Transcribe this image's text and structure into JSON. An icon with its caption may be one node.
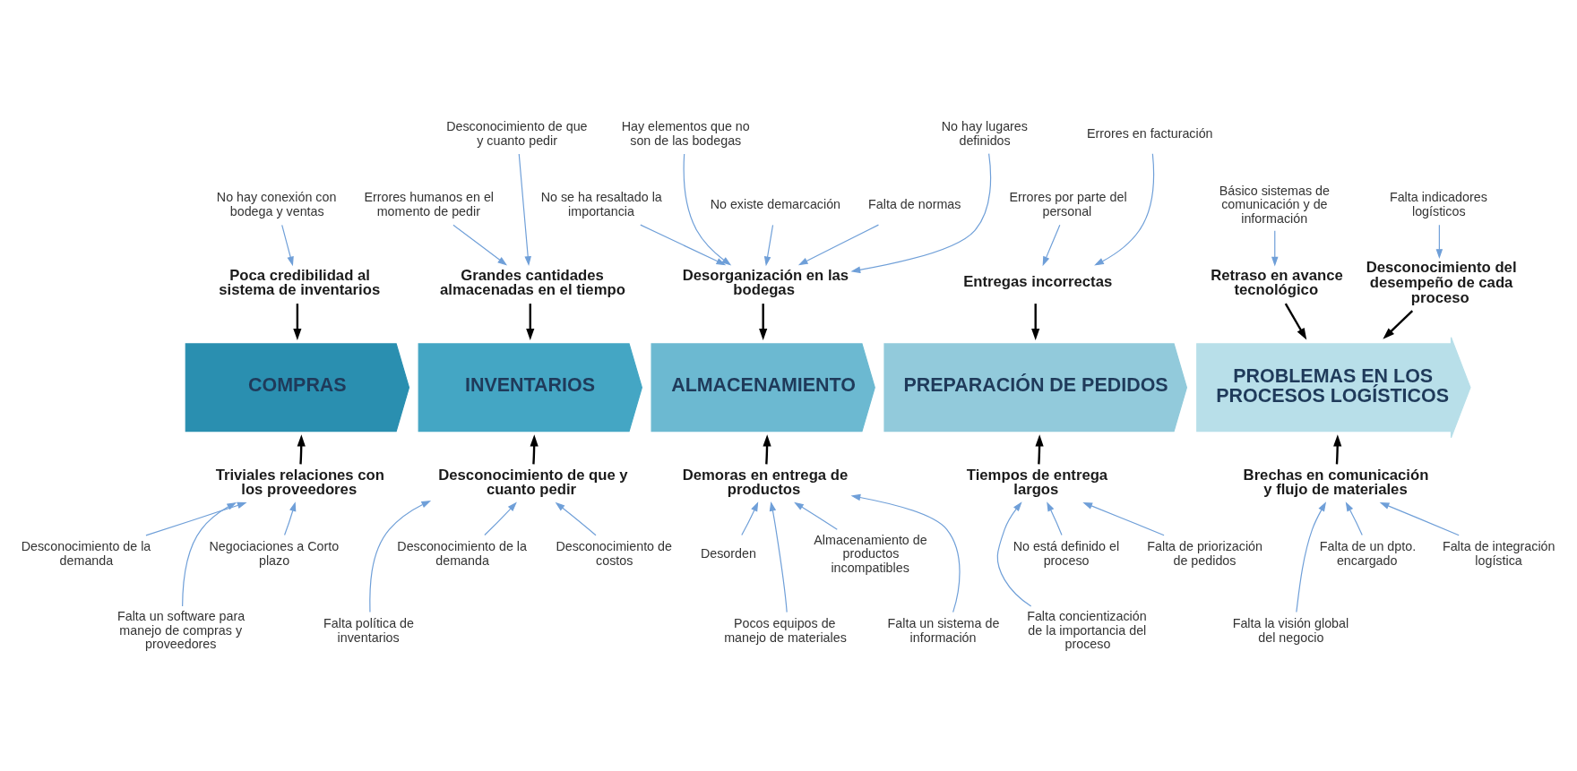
{
  "diagram": {
    "nodes": [
      {
        "text": [
          "Poca credibilidad al sistema de inventarios"
        ]
      },
      {
        "text": [
          "Grandes cantidades almacenadas en el tiempo"
        ]
      },
      {
        "text": [
          "Desorganización en las bodegas"
        ]
      },
      {
        "text": [
          "Entregas incorrectas"
        ]
      },
      {
        "text": [
          "Retraso en avance tecnológico"
        ]
      },
      {
        "text": [
          "No hay conexión con bodega y ventas"
        ]
      },
      {
        "text": [
          "Errores humanos en el momento de pedir"
        ]
      },
      {
        "text": [
          "Falta de normas"
        ]
      },
      {
        "text": [
          "Errores por parte del personal"
        ]
      },
      {
        "text": [
          "Básico sistemas de comunicación y de información"
        ]
      },
      {
        "text": [
          "No hay lugares definidos"
        ]
      },
      {
        "text": [
          "No se ha resaltado la importancia"
        ]
      },
      {
        "text": [
          "Errores en facturación"
        ]
      },
      {
        "text": [
          "Desconocimiento del desempeño de cada proceso"
        ]
      },
      {
        "text": [
          "Desconocimiento de que y cuanto pedir"
        ]
      },
      {
        "text": [
          "Hay elementos que no son de las bodegas"
        ]
      },
      {
        "text": [
          "No existe demarcación"
        ]
      },
      {
        "text": [
          "Falta indicadores logísticos"
        ]
      },
      {
        "text": [
          "COMPRAS"
        ]
      },
      {
        "text": [
          "INVENTARIOS"
        ]
      },
      {
        "text": [
          "ALMACENAMIENTO"
        ]
      },
      {
        "text": [
          "PREPARACIÓN DE PEDIDOS"
        ]
      },
      {
        "text": [
          "PROBLEMAS EN LOS PROCESOS LOGÍSTICOS"
        ]
      },
      {
        "text": [
          "Desconocimiento de la demanda"
        ]
      },
      {
        "text": [
          "Falta un software para manejo de compras y proveedores"
        ]
      },
      {
        "text": [
          "Desconocimiento de costos"
        ]
      },
      {
        "text": [
          "Desorden"
        ]
      },
      {
        "text": [
          "Pocos equipos de manejo de materiales"
        ]
      },
      {
        "text": [
          "Falta de priorización de pedidos"
        ]
      },
      {
        "text": [
          "Falta de integración logística"
        ]
      },
      {
        "text": [
          "Negociaciones a Corto plazo"
        ]
      },
      {
        "text": [
          "Falta concientización de la importancia del proceso"
        ]
      },
      {
        "text": [
          "Falta política de inventarios"
        ]
      },
      {
        "text": [
          "Desconocimiento de la demanda"
        ]
      },
      {
        "text": [
          "Almacenamiento de productos incompatibles"
        ]
      },
      {
        "text": [
          "Falta la visión global del negocio"
        ]
      },
      {
        "text": [
          "No está definido el proceso"
        ]
      },
      {
        "text": [
          "Falta de un dpto. encargado"
        ]
      },
      {
        "text": [
          "Falta un sistema de información"
        ]
      },
      {
        "text": [
          "Triviales relaciones con los proveedores"
        ]
      },
      {
        "text": [
          "Desconocimiento de que y cuanto pedir"
        ]
      },
      {
        "text": [
          "Demoras en entrega de productos"
        ]
      },
      {
        "text": [
          "Tiempos de entrega largos"
        ]
      },
      {
        "text": [
          "Brechas en comunicación y flujo de materiales"
        ]
      }
    ],
    "edges": [
      {
        "from": 0,
        "to": 18,
        "arrow": "to",
        "color": "#000000"
      },
      {
        "from": 1,
        "to": 19,
        "arrow": "to",
        "color": "#000000"
      },
      {
        "from": 2,
        "to": 20,
        "arrow": "to",
        "color": "#000000"
      },
      {
        "from": 3,
        "to": 21,
        "arrow": "to",
        "color": "#000000"
      },
      {
        "from": 13,
        "to": 22,
        "arrow": "to",
        "color": "#000000"
      },
      {
        "from": 4,
        "to": 22,
        "arrow": "to",
        "color": "#000000"
      },
      {
        "from": 5,
        "to": 0,
        "arrow": "to"
      },
      {
        "from": 6,
        "to": 1,
        "arrow": "to"
      },
      {
        "from": 14,
        "to": 1,
        "arrow": "to"
      },
      {
        "from": 7,
        "to": 2,
        "arrow": "to"
      },
      {
        "from": 10,
        "to": 2,
        "arrow": "to"
      },
      {
        "from": 11,
        "to": 2,
        "arrow": "to"
      },
      {
        "from": 15,
        "to": 2,
        "arrow": "to"
      },
      {
        "from": 16,
        "to": 2,
        "arrow": "to"
      },
      {
        "from": 8,
        "to": 3,
        "arrow": "to"
      },
      {
        "from": 12,
        "to": 3,
        "arrow": "to"
      },
      {
        "from": 17,
        "to": 13,
        "arrow": "to"
      },
      {
        "from": 9,
        "to": 4,
        "arrow": "to"
      },
      {
        "from": 39,
        "to": 18,
        "arrow": "to",
        "color": "#000000"
      },
      {
        "from": 40,
        "to": 19,
        "arrow": "to",
        "color": "#000000"
      },
      {
        "from": 41,
        "to": 20,
        "arrow": "to",
        "color": "#000000"
      },
      {
        "from": 42,
        "to": 21,
        "arrow": "to",
        "color": "#000000"
      },
      {
        "from": 43,
        "to": 22,
        "arrow": "to",
        "color": "#000000"
      },
      {
        "from": 23,
        "to": 39,
        "arrow": "to"
      },
      {
        "from": 24,
        "to": 39,
        "arrow": "to"
      },
      {
        "from": 30,
        "to": 39,
        "arrow": "to"
      },
      {
        "from": 25,
        "to": 40,
        "arrow": "to"
      },
      {
        "from": 32,
        "to": 40,
        "arrow": "to"
      },
      {
        "from": 33,
        "to": 40,
        "arrow": "to"
      },
      {
        "from": 26,
        "to": 41,
        "arrow": "to"
      },
      {
        "from": 27,
        "to": 41,
        "arrow": "to"
      },
      {
        "from": 34,
        "to": 41,
        "arrow": "to"
      },
      {
        "from": 38,
        "to": 41,
        "arrow": "to"
      },
      {
        "from": 28,
        "to": 42,
        "arrow": "to"
      },
      {
        "from": 31,
        "to": 42,
        "arrow": "to"
      },
      {
        "from": 36,
        "to": 42,
        "arrow": "to"
      },
      {
        "from": 29,
        "to": 43,
        "arrow": "to"
      },
      {
        "from": 35,
        "to": 43,
        "arrow": "to"
      },
      {
        "from": 37,
        "to": 43,
        "arrow": "to"
      }
    ]
  }
}
